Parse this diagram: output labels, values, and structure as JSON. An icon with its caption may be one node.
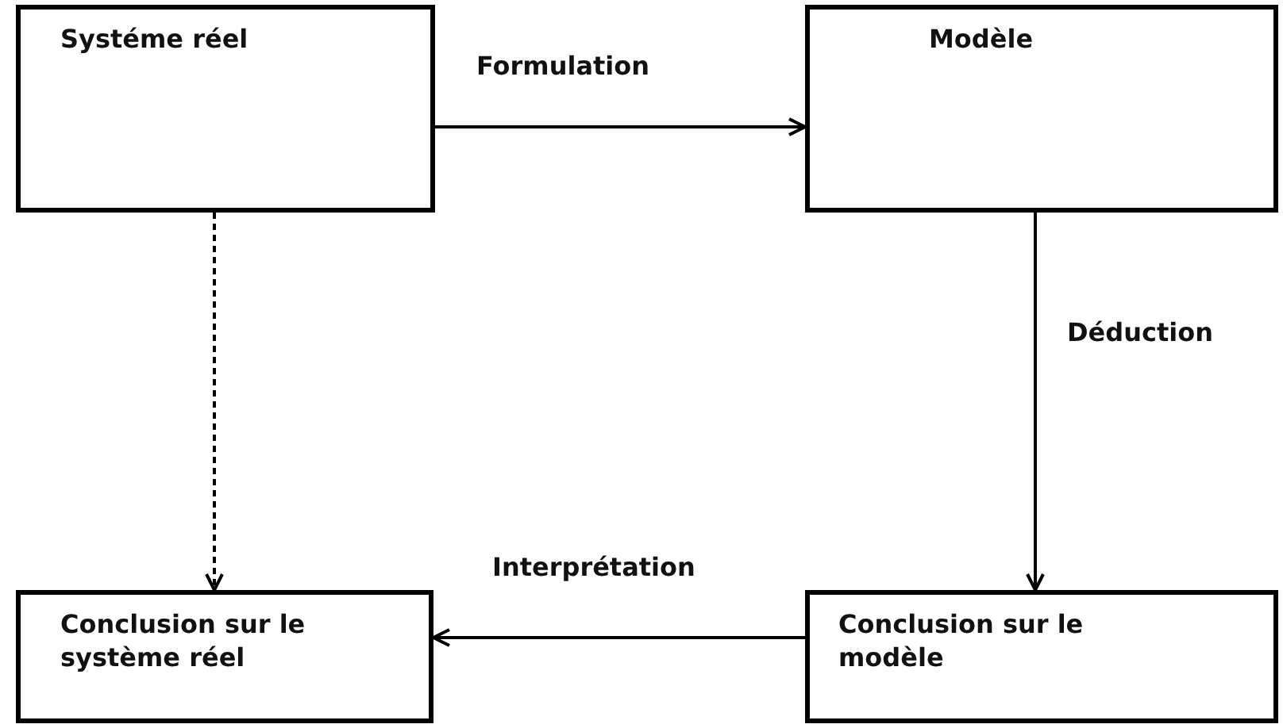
{
  "diagram": {
    "nodes": [
      {
        "text": [
          "Systéme réel"
        ]
      },
      {
        "text": [
          "Modèle"
        ]
      },
      {
        "text": [
          "Conclusion sur le système réel"
        ]
      },
      {
        "text": [
          "Conclusion sur le modèle"
        ]
      }
    ],
    "edges": [
      {
        "from": 0,
        "to": 1,
        "arrow": "to",
        "label": "Formulation"
      },
      {
        "from": 1,
        "to": 3,
        "arrow": "to",
        "label": "Déduction"
      },
      {
        "from": 3,
        "to": 2,
        "arrow": "to",
        "label": "Interprétation"
      },
      {
        "from": 0,
        "to": 2,
        "arrow": "to",
        "style": "dashed"
      }
    ]
  }
}
